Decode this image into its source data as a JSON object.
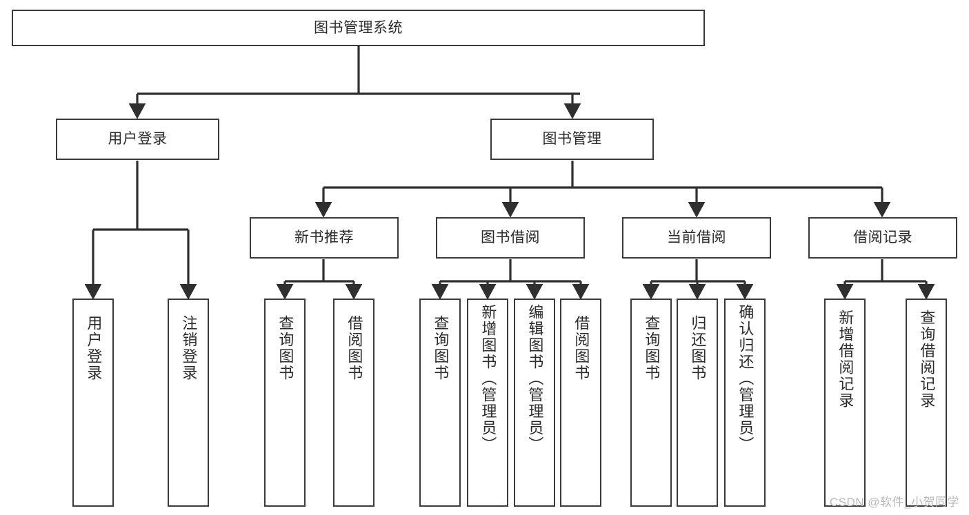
{
  "diagram": {
    "title": "图书管理系统",
    "type": "tree-hierarchy-diagram",
    "colors": {
      "box_border": "#3a3a3a",
      "box_fill": "#ffffff",
      "edge": "#2f2f2f",
      "text": "#2b2b2b",
      "watermark": "#b9b9b9"
    },
    "root": {
      "label": "图书管理系统"
    },
    "level2": [
      {
        "label": "用户登录"
      },
      {
        "label": "图书管理"
      }
    ],
    "level3": [
      {
        "label": "新书推荐"
      },
      {
        "label": "图书借阅"
      },
      {
        "label": "当前借阅"
      },
      {
        "label": "借阅记录"
      }
    ],
    "leaves": {
      "user_login": [
        {
          "label": "用户登录"
        },
        {
          "label": "注销登录"
        }
      ],
      "new_book_recommend": [
        {
          "label": "查询图书"
        },
        {
          "label": "借阅图书"
        }
      ],
      "book_borrow": [
        {
          "label": "查询图书"
        },
        {
          "label": "新增图书（管理员）"
        },
        {
          "label": "编辑图书（管理员）"
        },
        {
          "label": "借阅图书"
        }
      ],
      "current_borrow": [
        {
          "label": "查询图书"
        },
        {
          "label": "归还图书"
        },
        {
          "label": "确认归还（管理员）"
        }
      ],
      "borrow_record": [
        {
          "label": "新增借阅记录"
        },
        {
          "label": "查询借阅记录"
        }
      ]
    },
    "watermark": "CSDN @软件_小贺同学"
  }
}
